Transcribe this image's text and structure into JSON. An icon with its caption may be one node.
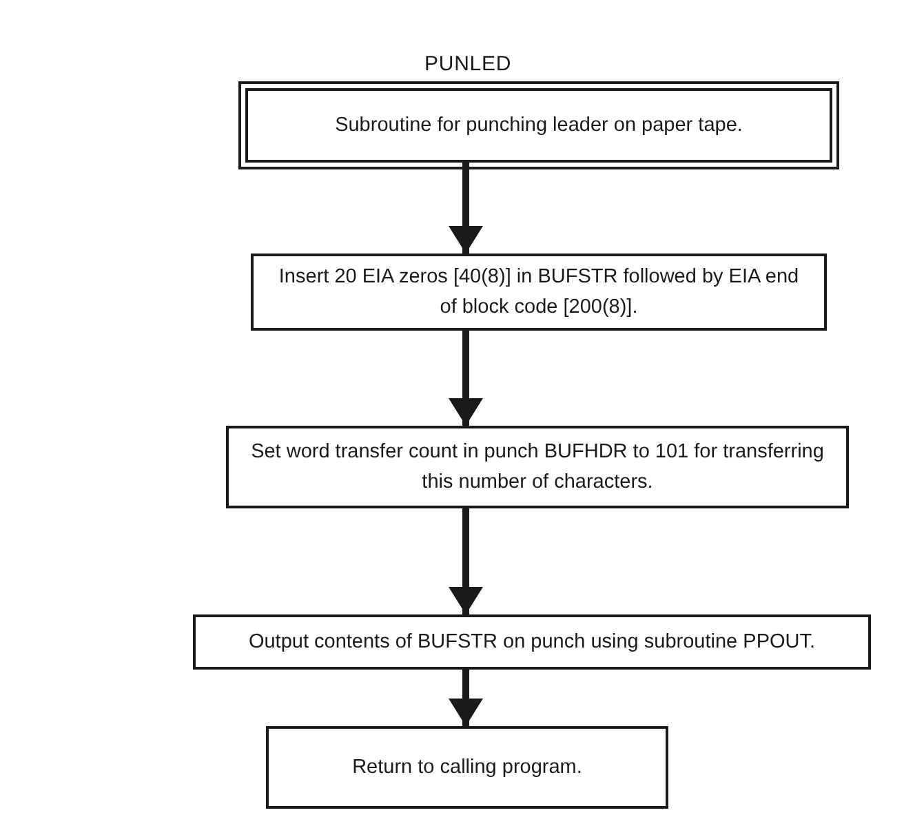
{
  "diagram": {
    "title": "PUNLED",
    "nodes": [
      {
        "text": [
          "Subroutine for punching leader on paper tape."
        ]
      },
      {
        "text": [
          "Insert 20 EIA zeros [40(8)] in BUFSTR followed by EIA end of block code [200(8)]."
        ]
      },
      {
        "text": [
          "Set word transfer count in punch BUFHDR to 101 for transferring this number of characters."
        ]
      },
      {
        "text": [
          "Output contents of BUFSTR on punch using subroutine PPOUT."
        ]
      },
      {
        "text": [
          "Return to calling program."
        ]
      }
    ],
    "edges": [
      {
        "from": 0,
        "to": 1,
        "arrow": "to"
      },
      {
        "from": 1,
        "to": 2,
        "arrow": "to"
      },
      {
        "from": 2,
        "to": 3,
        "arrow": "to"
      },
      {
        "from": 3,
        "to": 4,
        "arrow": "to"
      }
    ]
  }
}
